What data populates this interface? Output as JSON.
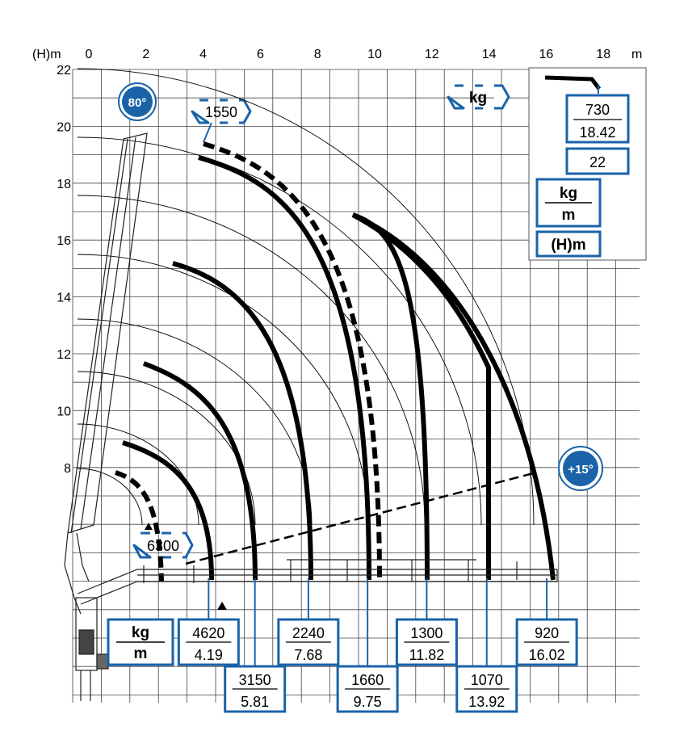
{
  "colors": {
    "blue": "#1a63a8",
    "grid": "#333333",
    "ink": "#000000"
  },
  "axes": {
    "x_unit_top": "(H)m",
    "x_unit_end": "m",
    "x_ticks": [
      "0",
      "2",
      "4",
      "6",
      "8",
      "10",
      "12",
      "14",
      "16",
      "18"
    ],
    "y_ticks": [
      "22",
      "20",
      "18",
      "16",
      "14",
      "12",
      "10",
      "8"
    ]
  },
  "badges": {
    "angle_high": "80°",
    "angle_low": "+15°"
  },
  "hex_labels": {
    "kg": "kg",
    "top_load": "1550",
    "near_load": "6300"
  },
  "legend": {
    "load": "730",
    "reach": "18.42",
    "height": "22",
    "kg": "kg",
    "m": "m",
    "hm": "(H)m"
  },
  "bottom_legend": {
    "kg": "kg",
    "m": "m"
  },
  "chart_data": {
    "type": "line",
    "x_range": [
      0,
      18
    ],
    "y_range": [
      8,
      22
    ],
    "load_points": [
      {
        "kg": "4620",
        "m": "4.19"
      },
      {
        "kg": "3150",
        "m": "5.81"
      },
      {
        "kg": "2240",
        "m": "7.68"
      },
      {
        "kg": "1660",
        "m": "9.75"
      },
      {
        "kg": "1300",
        "m": "11.82"
      },
      {
        "kg": "1070",
        "m": "13.92"
      },
      {
        "kg": "920",
        "m": "16.02"
      }
    ]
  }
}
